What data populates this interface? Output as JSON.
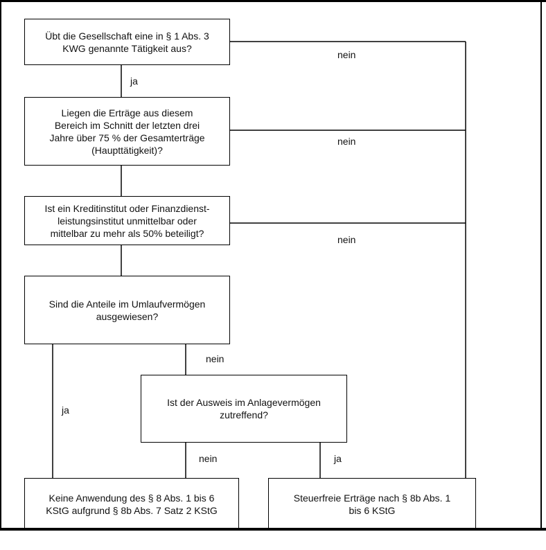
{
  "nodes": {
    "q1": "Übt die Gesellschaft eine in § 1 Abs. 3\nKWG genannte Tätigkeit aus?",
    "q2": "Liegen die Erträge aus diesem\nBereich im Schnitt der letzten drei\nJahre über 75 % der Gesamterträge\n(Haupttätigkeit)?",
    "q3": "Ist ein Kreditinstitut oder Finanzdienst-\nleistungsinstitut unmittelbar oder\nmittelbar zu mehr als 50% beteiligt?",
    "q4": "Sind die Anteile im Umlaufvermögen\nausgewiesen?",
    "q5": "Ist der Ausweis im Anlagevermögen\nzutreffend?",
    "r1": "Keine Anwendung des  § 8 Abs. 1 bis 6\nKStG aufgrund § 8b Abs. 7 Satz 2 KStG",
    "r2": "Steuerfreie Erträge nach § 8b Abs. 1\nbis 6 KStG"
  },
  "edges": {
    "q1_no": "nein",
    "q1_yes": "ja",
    "q2_no": "nein",
    "q3_no": "nein",
    "q4_no": "nein",
    "q4_yes": "ja",
    "q5_no": "nein",
    "q5_yes": "ja"
  }
}
